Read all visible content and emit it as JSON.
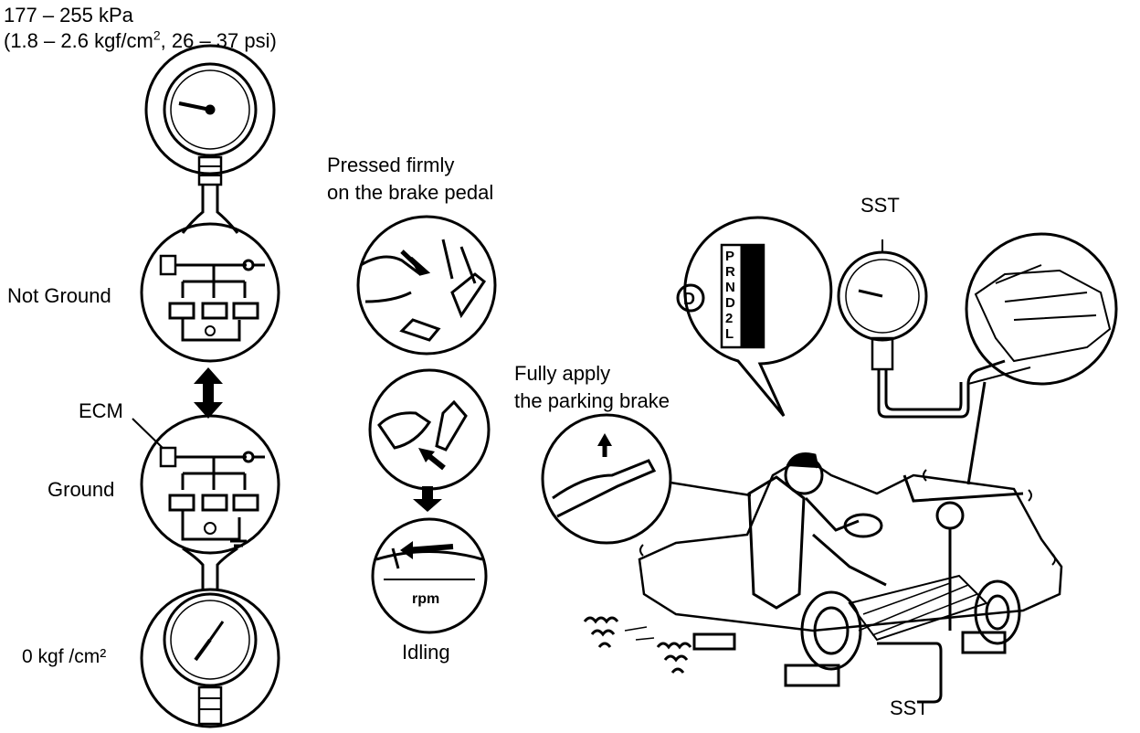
{
  "pressure_spec": {
    "line1": "177 – 255 kPa",
    "line2_a": "(1.8 – 2.6 kgf/cm",
    "line2_sup": "2",
    "line2_b": ", 26 – 37 psi)"
  },
  "labels": {
    "not_ground": "Not Ground",
    "ecm": "ECM",
    "ground": "Ground",
    "zero_pressure": "0 kgf /cm²",
    "brake_pedal_line1": "Pressed firmly",
    "brake_pedal_line2": "on the brake pedal",
    "idling": "Idling",
    "rpm": "rpm",
    "parking_brake_line1": "Fully apply",
    "parking_brake_line2": "the parking brake",
    "sst_top": "SST",
    "sst_bottom": "SST",
    "shift_d": "D",
    "shift_positions": "PRND2L"
  },
  "icons": [
    "pressure-gauge-icon",
    "connector-icon",
    "double-arrow-icon",
    "brake-pedal-icon",
    "tachometer-icon",
    "shift-lever-icon",
    "parking-brake-icon",
    "car-driver-icon"
  ]
}
